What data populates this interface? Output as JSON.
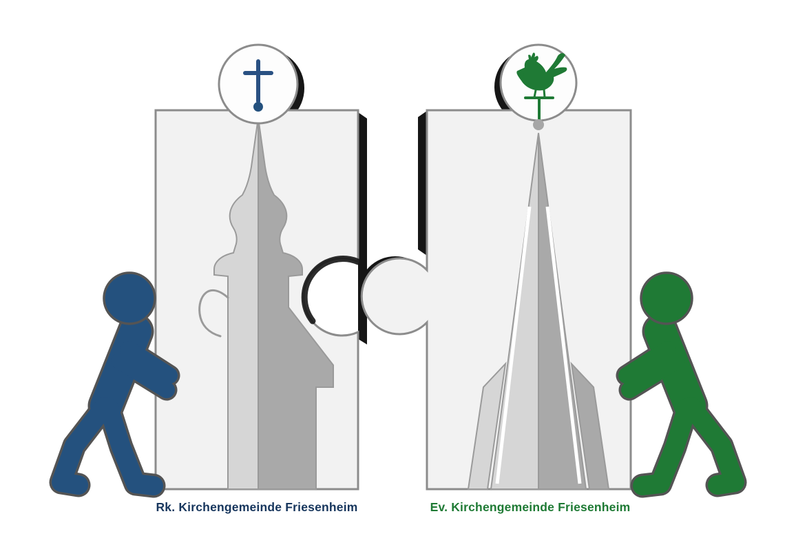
{
  "scene": {
    "background_color": "#ffffff",
    "description_hint": "two puzzle pieces with church silhouettes pushed together by two figures"
  },
  "pieces": {
    "fill": "#f2f2f2",
    "border": "#8c8c8c",
    "tower_light": "#d6d6d6",
    "tower_dark": "#a9a9a9",
    "shadow": "#161616",
    "badge_fill": "#fdfdfd",
    "left": {
      "label": "Rk. Kirchengemeinde Friesenheim",
      "label_color": "#17365d",
      "badge_icon": "latin-cross-icon",
      "badge_icon_color": "#2a5183",
      "finial_dot_color": "#24517e",
      "silhouette": "baroque-church-tower"
    },
    "right": {
      "label": "Ev. Kirchengemeinde Friesenheim",
      "label_color": "#1e7a34",
      "badge_icon": "weathercock-rooster-icon",
      "badge_icon_color": "#1f7a35",
      "finial_dot_color": "#a6a6a6",
      "silhouette": "gothic-church-spire"
    }
  },
  "figures": {
    "left_person_color": "#24517e",
    "right_person_color": "#1f7a35",
    "outline_color": "#545454"
  }
}
